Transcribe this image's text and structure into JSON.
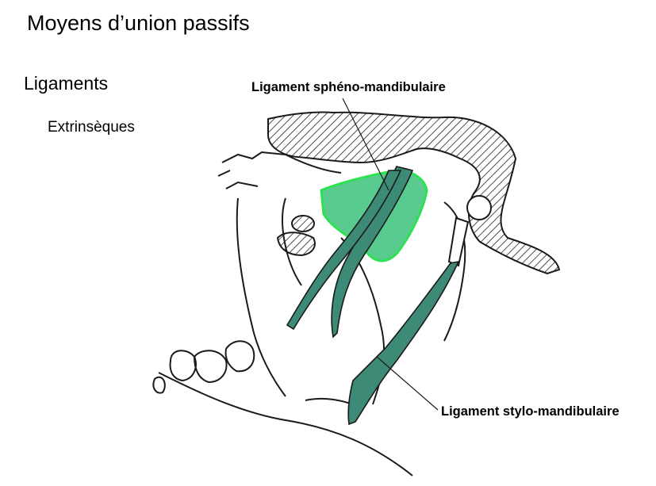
{
  "slide": {
    "title": "Moyens d’union passifs",
    "section": "Ligaments",
    "subsection": "Extrinsèques"
  },
  "diagram": {
    "labels": {
      "spheno": "Ligament sphéno-mandibulaire",
      "stylo": "Ligament stylo-mandibulaire"
    },
    "colors": {
      "ligament": "#3d8a76",
      "ligament_highlight": "#52c98a",
      "highlight_border": "#22e04a",
      "outline": "#1a1a1a",
      "hatch": "#222222"
    }
  }
}
